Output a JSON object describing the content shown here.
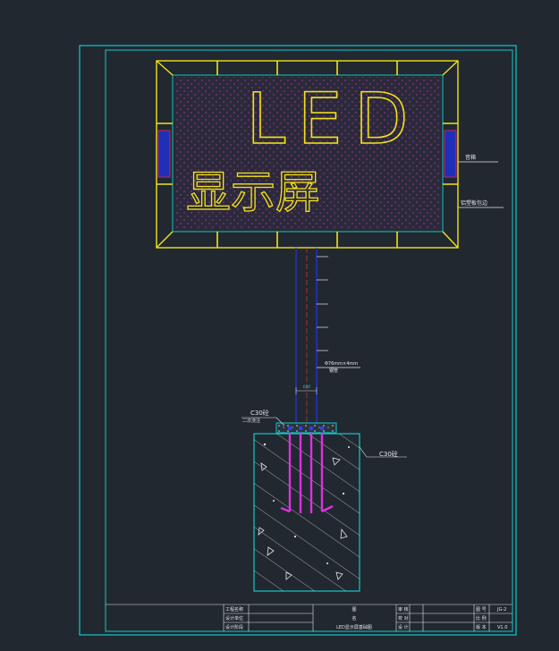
{
  "drawing": {
    "sign_text": "LED",
    "sign_subtitle": "显示屏",
    "callouts": {
      "right_upper": "音箱",
      "right_lower": "铝塑板包边",
      "pole_label": "Φ76mm×4mm",
      "pole_sub": "钢管",
      "dim": "600",
      "base_plate_label": "C30砼",
      "base_plate_sub": "二次浇注",
      "footing_label": "C30砼"
    },
    "title_block": {
      "rows": [
        {
          "c1": "工程名称",
          "c3": "图",
          "c4": "审 核",
          "c6": "图 号",
          "c7": "JG-2"
        },
        {
          "c1": "设计单位",
          "c3": "名",
          "c4": "校 对",
          "c6": "比 例",
          "c7": ""
        },
        {
          "c1": "设计阶段",
          "c3": "LED显示屏基础图",
          "c4": "设 计",
          "c6": "版 本",
          "c7": "V1.0"
        }
      ]
    }
  },
  "colors": {
    "background": "#212830",
    "frame": "#12c7c7",
    "sign_yellow": "#f2e21a",
    "screen_fill": "#2b2a3a",
    "screen_dots": "#8a2f8a",
    "speaker_blue": "#1f2fb8",
    "pole_blue": "#2a32c8",
    "pole_red": "#d82a2a",
    "rebar_magenta": "#e02fe0",
    "white": "#e6e6e6"
  }
}
